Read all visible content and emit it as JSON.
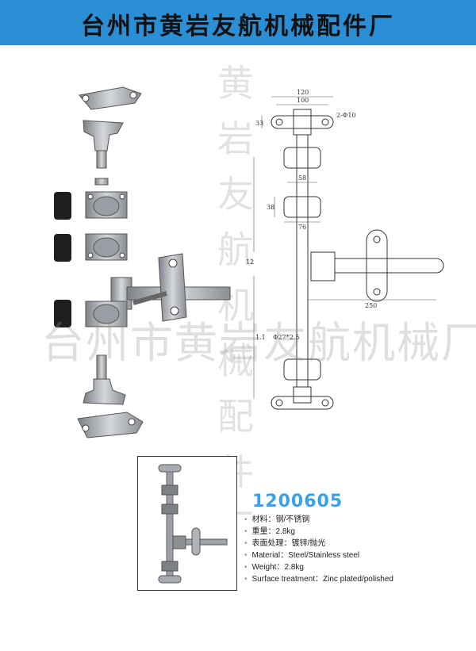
{
  "header": {
    "title": "台州市黄岩友航机械配件厂"
  },
  "watermark": {
    "vertical": "黄岩友航机械配件厂",
    "horizontal": "台州市黄岩友航机械厂"
  },
  "drawing": {
    "dims": {
      "d120": "120",
      "d100": "100",
      "hole": "2-Φ10",
      "d33": "33",
      "d58": "58",
      "d38": "38",
      "d76": "76",
      "d12": "12",
      "d250": "250",
      "d11": "1.1",
      "pipe": "Φ27*2.5"
    }
  },
  "product": {
    "code": "1200605",
    "specs": [
      "材料：钢/不锈钢",
      "重量：2.8kg",
      "表面处理：镀锌/抛光",
      "Material：Steel/Stainless steel",
      "Weight：2.8kg",
      "Surface treatment：Zinc plated/polished"
    ]
  },
  "colors": {
    "header_bg": "#2b8fd6",
    "code_color": "#3aa0ea"
  }
}
